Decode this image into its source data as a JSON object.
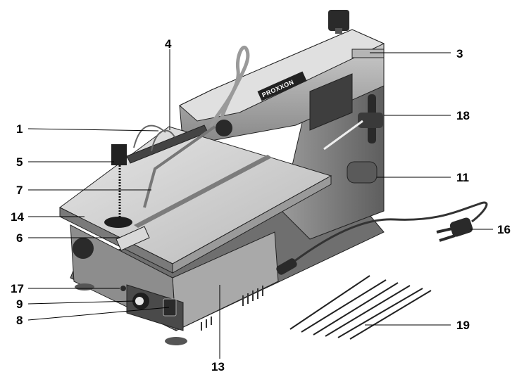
{
  "brand": "PROXXON",
  "callouts": {
    "c1": "1",
    "c3": "3",
    "c4": "4",
    "c5": "5",
    "c6": "6",
    "c7": "7",
    "c8": "8",
    "c9": "9",
    "c11": "11",
    "c13": "13",
    "c14": "14",
    "c16": "16",
    "c17": "17",
    "c18": "18",
    "c19": "19"
  }
}
